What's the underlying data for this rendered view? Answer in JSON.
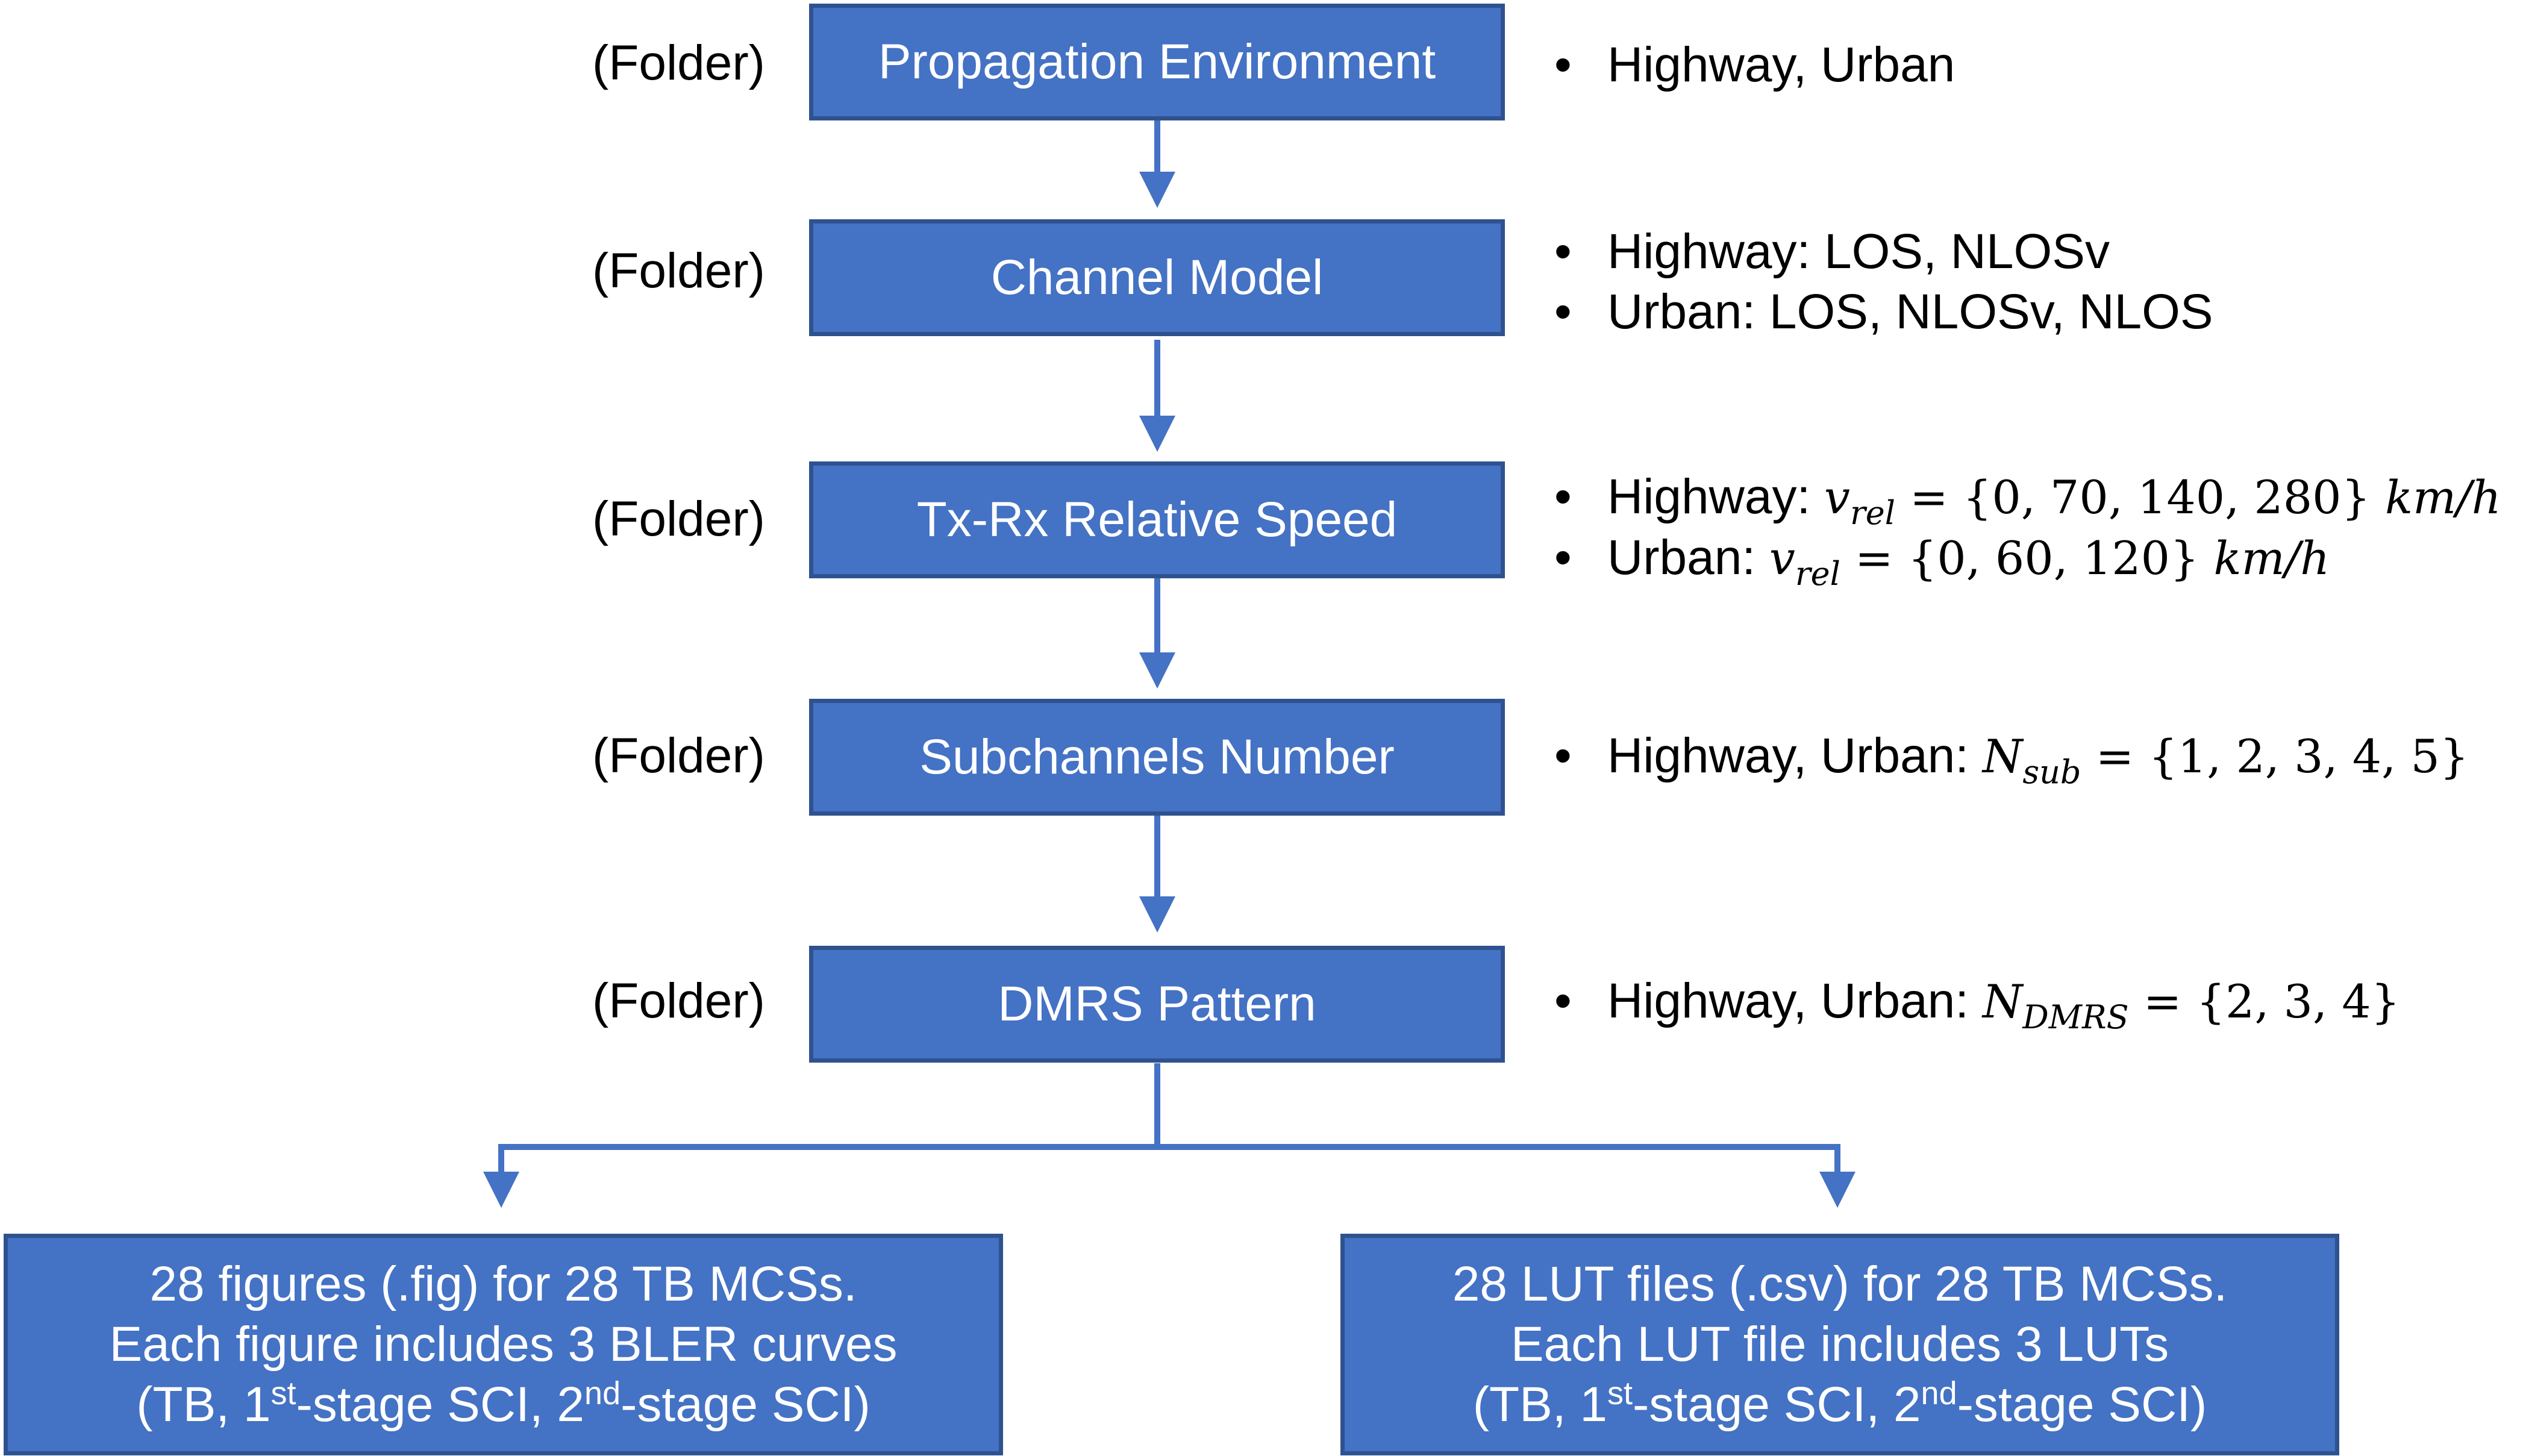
{
  "colors": {
    "box_fill": "#4472c4",
    "box_border": "#2f528f",
    "connector": "#4472c4",
    "box_text": "#ffffff"
  },
  "levels": [
    {
      "label": "Propagation Environment",
      "tag": "(Folder)",
      "notes": [
        {
          "text": "Highway, Urban"
        }
      ]
    },
    {
      "label": "Channel Model",
      "tag": "(Folder)",
      "notes": [
        {
          "text": "Highway: LOS, NLOSv"
        },
        {
          "text": "Urban: LOS, NLOSv, NLOS"
        }
      ]
    },
    {
      "label": "Tx-Rx Relative Speed",
      "tag": "(Folder)",
      "notes": [
        {
          "text": "Highway: ",
          "var": "v",
          "sub": "rel",
          "set": " = {0, 70, 140, 280} ",
          "unit": "km/h"
        },
        {
          "text": "Urban: ",
          "var": "v",
          "sub": "rel",
          "set": " = {0, 60, 120} ",
          "unit": "km/h"
        }
      ]
    },
    {
      "label": "Subchannels Number",
      "tag": "(Folder)",
      "notes": [
        {
          "text": "Highway, Urban: ",
          "var": "N",
          "sub": "sub",
          "set": " = {1, 2, 3, 4, 5}"
        }
      ]
    },
    {
      "label": "DMRS Pattern",
      "tag": "(Folder)",
      "notes": [
        {
          "text": "Highway, Urban: ",
          "var": "N",
          "sub": "DMRS",
          "set": " = {2, 3, 4}"
        }
      ]
    }
  ],
  "outputs": [
    {
      "line1": "28 figures (.fig) for 28 TB MCSs.",
      "line2": "Each figure includes 3 BLER curves",
      "line3_a": "(TB, 1",
      "line3_sup1": "st",
      "line3_b": "-stage SCI, 2",
      "line3_sup2": "nd",
      "line3_c": "-stage SCI)"
    },
    {
      "line1": "28 LUT files (.csv) for 28 TB MCSs.",
      "line2": "Each LUT file includes 3 LUTs",
      "line3_a": "(TB, 1",
      "line3_sup1": "st",
      "line3_b": "-stage SCI, 2",
      "line3_sup2": "nd",
      "line3_c": "-stage SCI)"
    }
  ],
  "bullet_glyph": "•"
}
